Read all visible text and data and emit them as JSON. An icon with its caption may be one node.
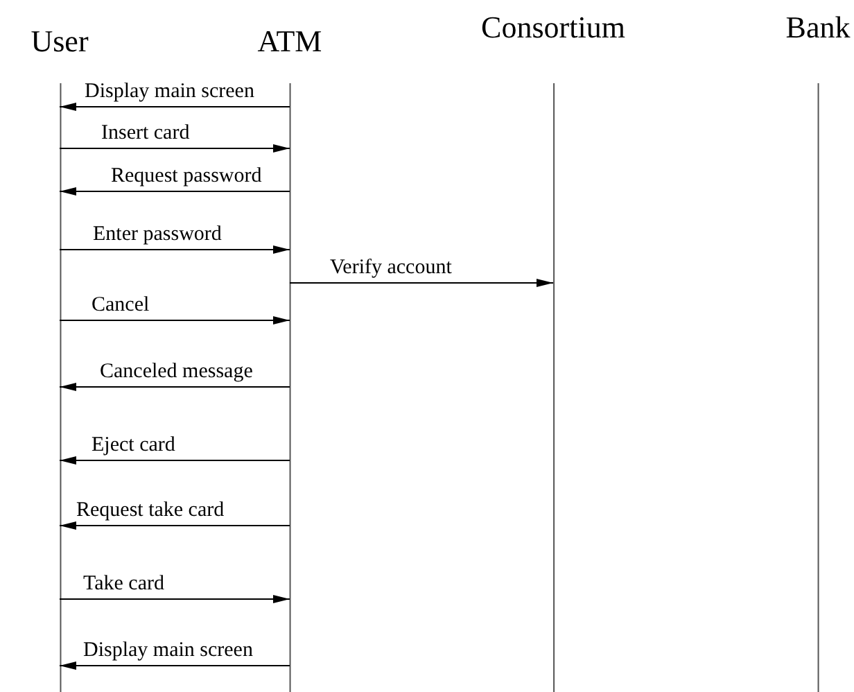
{
  "diagram": {
    "nodes": [
      {
        "text": [
          "User"
        ]
      },
      {
        "text": [
          "ATM"
        ]
      },
      {
        "text": [
          "Consortium"
        ]
      },
      {
        "text": [
          "Bank"
        ]
      }
    ],
    "edges": [
      {
        "from": 1,
        "to": 0,
        "arrow": "to",
        "label": "Display main screen"
      },
      {
        "from": 0,
        "to": 1,
        "arrow": "to",
        "label": "Insert card"
      },
      {
        "from": 1,
        "to": 0,
        "arrow": "to",
        "label": "Request password"
      },
      {
        "from": 0,
        "to": 1,
        "arrow": "to",
        "label": "Enter password"
      },
      {
        "from": 1,
        "to": 2,
        "arrow": "to",
        "label": "Verify account"
      },
      {
        "from": 0,
        "to": 1,
        "arrow": "to",
        "label": "Cancel"
      },
      {
        "from": 1,
        "to": 0,
        "arrow": "to",
        "label": "Canceled message"
      },
      {
        "from": 1,
        "to": 0,
        "arrow": "to",
        "label": "Eject card"
      },
      {
        "from": 1,
        "to": 0,
        "arrow": "to",
        "label": "Request take card"
      },
      {
        "from": 0,
        "to": 1,
        "arrow": "to",
        "label": "Take card"
      },
      {
        "from": 1,
        "to": 0,
        "arrow": "to",
        "label": "Display main screen"
      }
    ]
  }
}
